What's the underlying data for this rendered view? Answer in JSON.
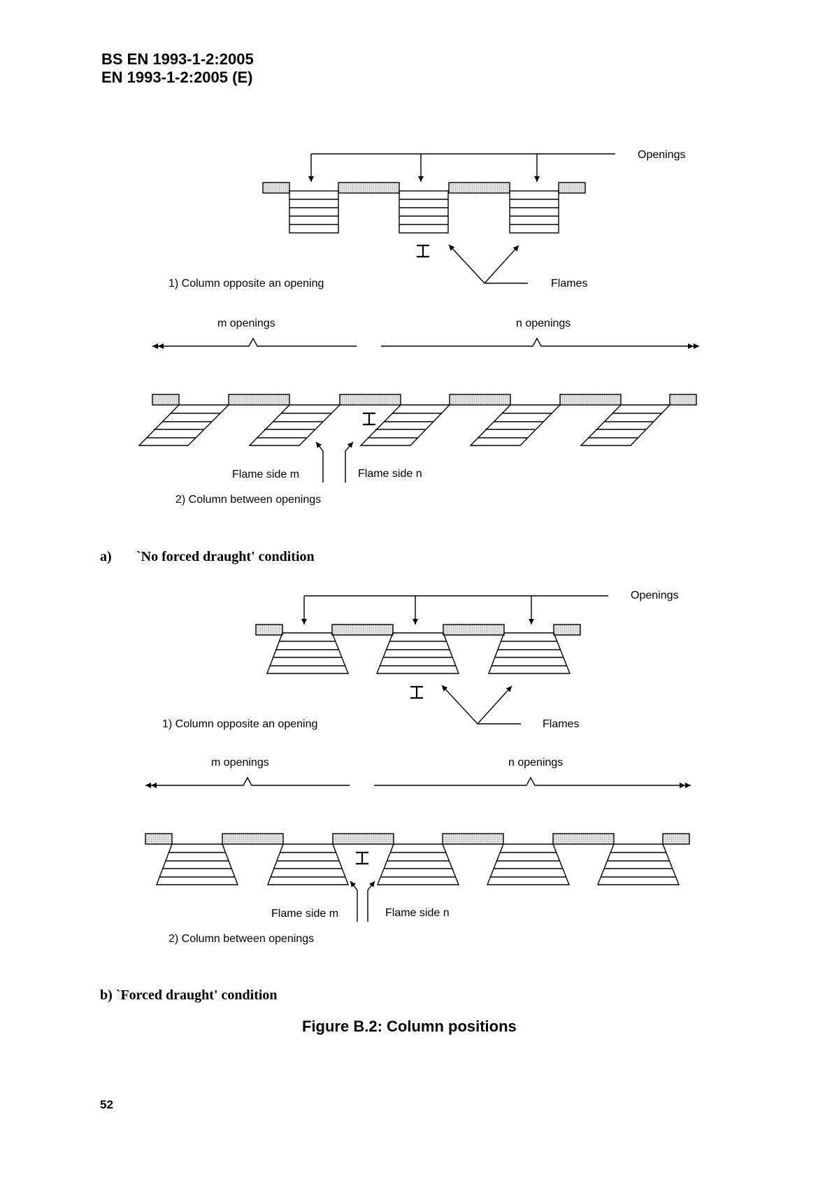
{
  "header": {
    "line1": "BS EN 1993-1-2:2005",
    "line2": "EN 1993-1-2:2005 (E)"
  },
  "section_a": {
    "caption_letter": "a)",
    "caption_text": "`No forced draught' condition",
    "openings_label": "Openings",
    "flames_label": "Flames",
    "case1_label": "1)  Column opposite an opening",
    "m_openings": "m openings",
    "n_openings": "n openings",
    "flame_side_m": "Flame side m",
    "flame_side_n": "Flame side n",
    "case2_label": "2)  Column between openings"
  },
  "section_b": {
    "caption": "b)  `Forced draught' condition",
    "openings_label": "Openings",
    "flames_label": "Flames",
    "case1_label": "1)  Column opposite an opening",
    "m_openings": "m openings",
    "n_openings": "n openings",
    "flame_side_m": "Flame side m",
    "flame_side_n": "Flame side n",
    "case2_label": "2)  Column between openings"
  },
  "figure_caption": "Figure B.2:  Column positions",
  "page_number": "52",
  "colors": {
    "wall_fill": "#d4d4d4",
    "line": "#000000"
  },
  "icons": [
    "column-i-section-icon",
    "arrow-icon"
  ]
}
